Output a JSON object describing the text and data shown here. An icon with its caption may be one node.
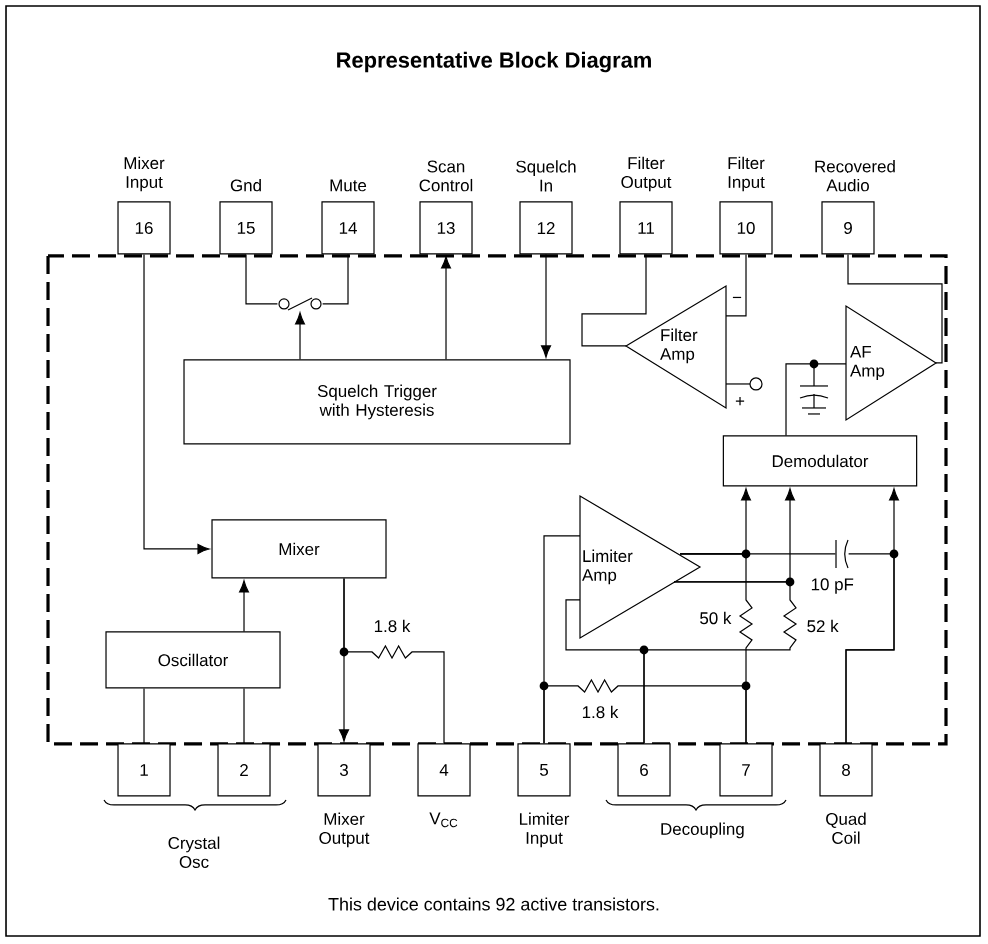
{
  "diagram": {
    "title": "Representative Block Diagram",
    "caption": "This device contains 92 active transistors.",
    "nodes": [
      {
        "text": [
          "16"
        ],
        "beside": [
          "Mixer Input"
        ]
      },
      {
        "text": [
          "15"
        ],
        "beside": [
          "Gnd"
        ]
      },
      {
        "text": [
          "14"
        ],
        "beside": [
          "Mute"
        ]
      },
      {
        "text": [
          "13"
        ],
        "beside": [
          "Scan Control"
        ]
      },
      {
        "text": [
          "12"
        ],
        "beside": [
          "Squelch In"
        ]
      },
      {
        "text": [
          "11"
        ],
        "beside": [
          "Filter Output"
        ]
      },
      {
        "text": [
          "10"
        ],
        "beside": [
          "Filter Input"
        ]
      },
      {
        "text": [
          "9"
        ],
        "beside": [
          "Recovered Audio"
        ]
      },
      {
        "text": [],
        "shape": "switch"
      },
      {
        "text": [
          "Filter Amp"
        ]
      },
      {
        "text": [
          "AF Amp"
        ]
      },
      {
        "text": [
          "Squelch Trigger with Hysteresis"
        ]
      },
      {
        "text": [
          "Demodulator"
        ]
      },
      {
        "text": [
          "Mixer"
        ]
      },
      {
        "text": [
          "Limiter Amp"
        ]
      },
      {
        "text": [
          "Oscillator"
        ]
      },
      {
        "text": [
          "1"
        ]
      },
      {
        "text": [
          "2"
        ]
      },
      {
        "text": [
          "3"
        ],
        "beside": [
          "Mixer Output"
        ]
      },
      {
        "text": [
          "4"
        ],
        "beside": [
          "V$_{CC}$"
        ]
      },
      {
        "text": [
          "5"
        ],
        "beside": [
          "Limiter Input"
        ]
      },
      {
        "text": [
          "6"
        ]
      },
      {
        "text": [
          "7"
        ]
      },
      {
        "text": [
          "8"
        ],
        "beside": [
          "Quad Coil"
        ]
      },
      {
        "text": [],
        "shape": "capacitor"
      }
    ],
    "edges": [
      {
        "from": 0,
        "to": 13,
        "arrow": "to"
      },
      {
        "from": 1,
        "to": 8,
        "arrow": "none"
      },
      {
        "from": 2,
        "to": 8,
        "arrow": "none"
      },
      {
        "from": 11,
        "to": 8,
        "arrow": "to"
      },
      {
        "from": 11,
        "to": 3,
        "arrow": "to"
      },
      {
        "from": 4,
        "to": 11,
        "arrow": "to"
      },
      {
        "from": 5,
        "to": 9,
        "arrow": "none"
      },
      {
        "from": 6,
        "to": 9,
        "arrow": "none"
      },
      {
        "from": 7,
        "to": 10,
        "arrow": "none"
      },
      {
        "from": 12,
        "to": 10,
        "arrow": "none"
      },
      {
        "from": 14,
        "to": 12,
        "arrow": "to"
      },
      {
        "from": 14,
        "to": 12,
        "arrow": "to"
      },
      {
        "from": 23,
        "to": 12,
        "arrow": "to"
      },
      {
        "from": 15,
        "to": 13,
        "arrow": "to"
      },
      {
        "from": 13,
        "to": 18,
        "arrow": "to"
      },
      {
        "from": 15,
        "to": 16,
        "arrow": "none"
      },
      {
        "from": 15,
        "to": 17,
        "arrow": "none"
      },
      {
        "from": 20,
        "to": 14,
        "arrow": "none"
      },
      {
        "from": 21,
        "to": 14,
        "arrow": "none"
      },
      {
        "from": 13,
        "to": 19,
        "arrow": "none"
      },
      {
        "from": 14,
        "to": 22,
        "arrow": "none"
      },
      {
        "from": 20,
        "to": 22,
        "arrow": "none"
      },
      {
        "from": 14,
        "to": 21,
        "arrow": "none"
      },
      {
        "from": 14,
        "to": 24,
        "arrow": "none"
      },
      {
        "from": 24,
        "to": 23,
        "arrow": "none"
      }
    ],
    "labels": [
      "−",
      "+",
      "10 pF",
      "50 k",
      "52 k",
      "1.8 k",
      "1.8 k",
      "Crystal Osc",
      "Decoupling"
    ]
  }
}
